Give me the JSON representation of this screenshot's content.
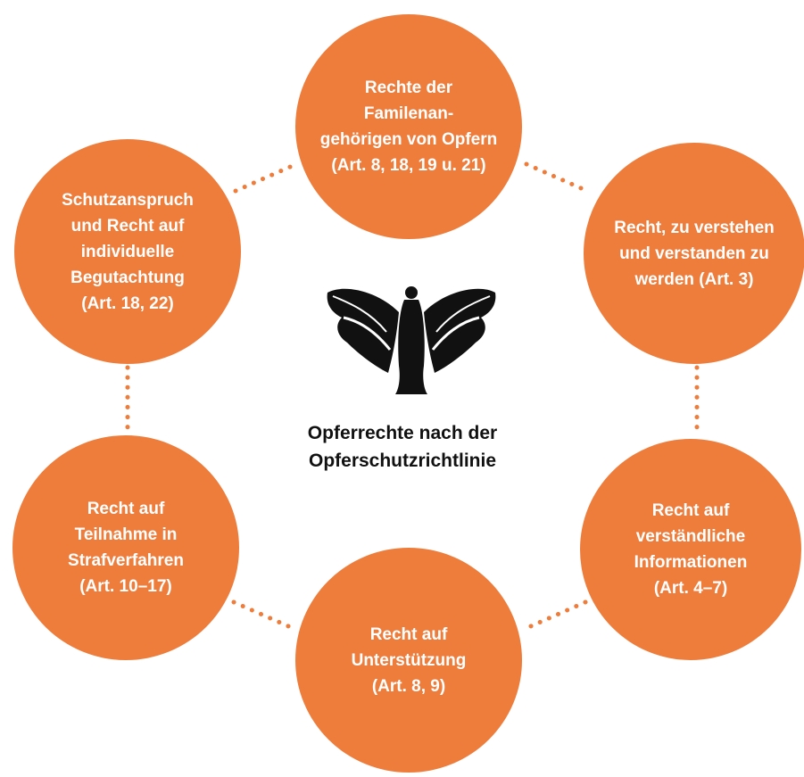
{
  "diagram": {
    "center_title": "Opferrechte nach der\nOpferschutzrichtlinie",
    "logo_icon": "butterfly-figure-icon",
    "colors": {
      "node_fill": "#ee7d3c",
      "node_text": "#ffffff",
      "connector": "#ee7d3c",
      "title_text": "#111111",
      "logo": "#111111"
    },
    "nodes": [
      {
        "label": "Rechte der Familenan-\ngehörigen von Opfern\n(Art. 8, 18, 19 u. 21)"
      },
      {
        "label": "Recht, zu verstehen\nund verstanden zu\nwerden (Art. 3)"
      },
      {
        "label": "Recht auf\nverständliche\nInformationen\n(Art. 4–7)"
      },
      {
        "label": "Recht auf\nUnterstützung\n(Art. 8, 9)"
      },
      {
        "label": "Recht auf\nTeilnahme in\nStrafverfahren\n(Art. 10–17)"
      },
      {
        "label": "Schutzanspruch\nund Recht auf\nindividuelle\nBegutachtung\n(Art. 18, 22)"
      }
    ]
  }
}
